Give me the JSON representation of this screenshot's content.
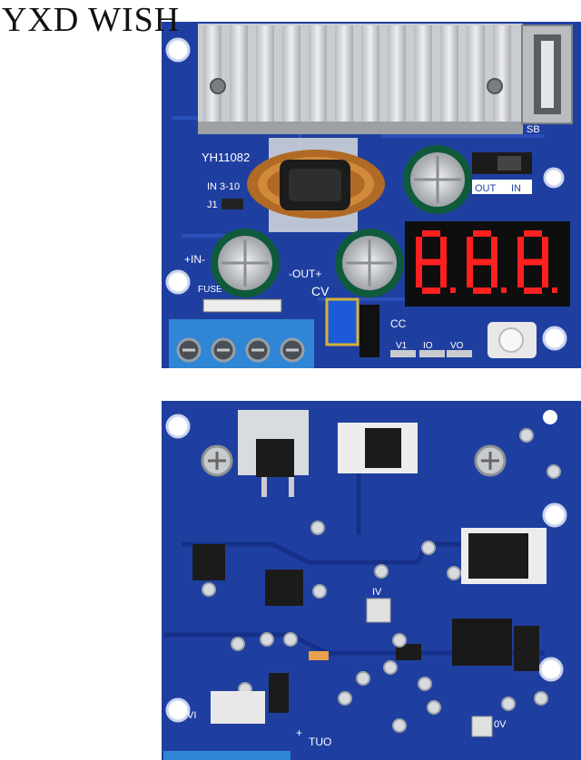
{
  "watermark": "YXD WISH",
  "top_board": {
    "model_label": "YH11082",
    "input_range": "IN 3-10",
    "jumper_label": "J1",
    "in_label": "+IN-",
    "out_label": "-OUT+",
    "cv_label": "CV",
    "cc_label": "CC",
    "fuse_label": "FUSE",
    "usb_label": "SB",
    "out_switch": "OUT",
    "in_switch": "IN",
    "led_v1": "V1",
    "led_io": "IO",
    "led_vo": "VO",
    "display_text": "8.8.8"
  },
  "bottom_board": {
    "iv_label": "IV",
    "ov_label": "0V",
    "vi_label": "VI",
    "tuo_label": "TUO",
    "plus_label": "+"
  },
  "colors": {
    "pcb": "#1f3fa0",
    "pcb_dark": "#163089",
    "trace": "#2a4fb8",
    "heatsink": "#d5d7da",
    "terminal": "#2f86d4",
    "led_segment": "#ff2020"
  }
}
